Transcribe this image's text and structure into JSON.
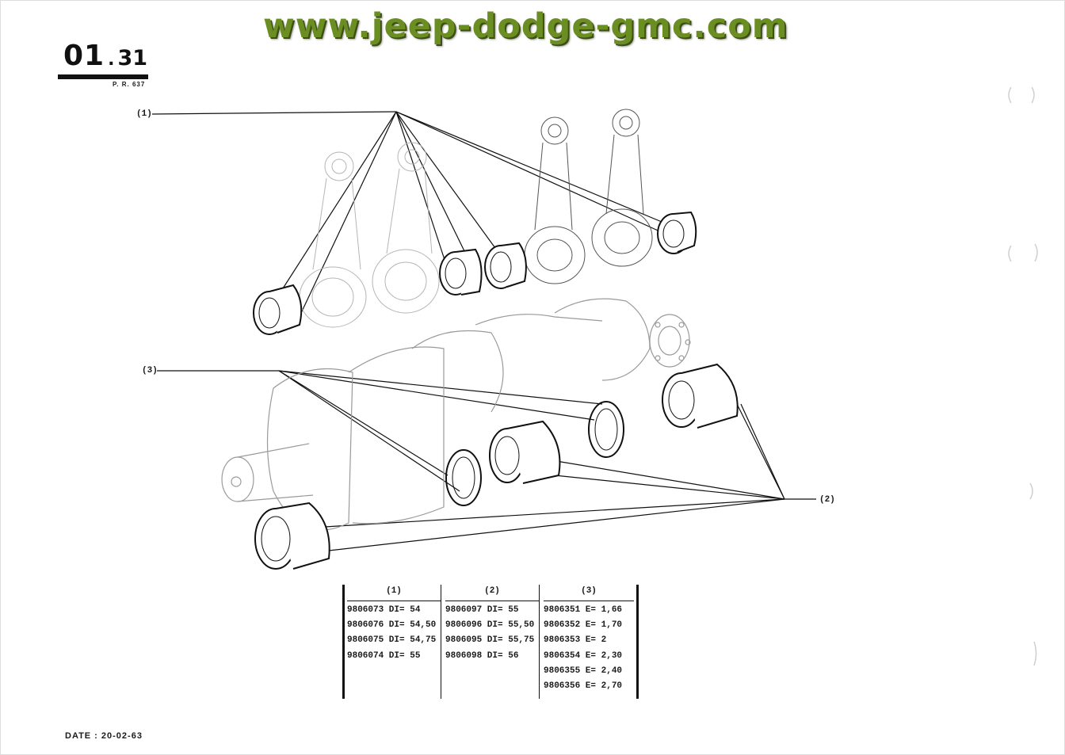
{
  "watermark": "www.jeep-dodge-gmc.com",
  "page_number": {
    "major": "01",
    "dot": ".",
    "minor": "31"
  },
  "pr_code": "P. R. 637",
  "callouts": {
    "c1": "(1)",
    "c2": "(2)",
    "c3": "(3)"
  },
  "date": "DATE : 20-02-63",
  "table": {
    "headers": [
      "(1)",
      "(2)",
      "(3)"
    ],
    "col1": [
      "9806073 DI= 54",
      "9806076 DI= 54,50",
      "9806075 DI= 54,75",
      "9806074 DI= 55"
    ],
    "col2": [
      "9806097 DI= 55",
      "9806096 DI= 55,50",
      "9806095 DI= 55,75",
      "9806098 DI= 56"
    ],
    "col3": [
      "9806351 E= 1,66",
      "9806352 E= 1,70",
      "9806353 E= 2",
      "9806354 E= 2,30",
      "9806355 E= 2,40",
      "9806356 E= 2,70"
    ]
  },
  "colors": {
    "watermark": "#6b8e23",
    "ink": "#111111"
  }
}
